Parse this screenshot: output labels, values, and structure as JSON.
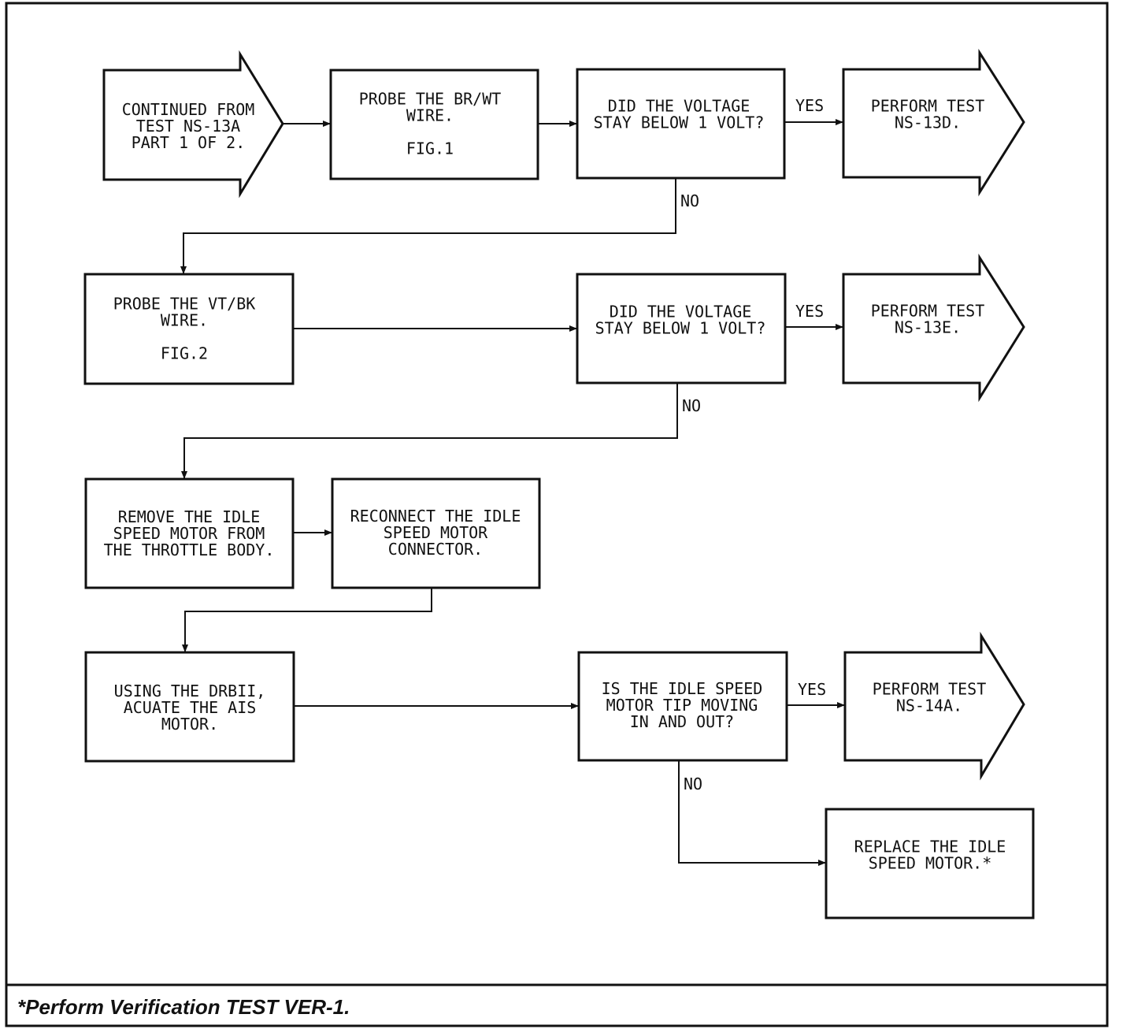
{
  "flowchart": {
    "nodes": {
      "continued": [
        "CONTINUED FROM",
        "TEST NS-13A",
        "PART 1 OF 2."
      ],
      "probe_brwt": [
        "PROBE THE BR/WT",
        "WIRE.",
        "",
        "FIG.1"
      ],
      "q_voltage_1": [
        "DID THE VOLTAGE",
        "STAY BELOW 1 VOLT?"
      ],
      "perform_13d": [
        "PERFORM TEST",
        "NS-13D."
      ],
      "probe_vtbk": [
        "PROBE THE VT/BK",
        "WIRE.",
        "",
        "FIG.2"
      ],
      "q_voltage_2": [
        "DID THE VOLTAGE",
        "STAY BELOW 1 VOLT?"
      ],
      "perform_13e": [
        "PERFORM TEST",
        "NS-13E."
      ],
      "remove_motor": [
        "REMOVE THE IDLE",
        "SPEED MOTOR FROM",
        "THE THROTTLE BODY."
      ],
      "reconnect": [
        "RECONNECT THE IDLE",
        "SPEED MOTOR",
        "CONNECTOR."
      ],
      "using_drbii": [
        "USING THE DRBII,",
        "ACUATE THE AIS",
        "MOTOR."
      ],
      "q_tip": [
        "IS THE IDLE SPEED",
        "MOTOR TIP MOVING",
        "IN AND OUT?"
      ],
      "perform_14a": [
        "PERFORM TEST",
        "NS-14A."
      ],
      "replace": [
        "REPLACE THE IDLE",
        "SPEED MOTOR.*"
      ]
    },
    "edge_labels": {
      "yes_1": "YES",
      "no_1": "NO",
      "yes_2": "YES",
      "no_2": "NO",
      "yes_3": "YES",
      "no_3": "NO"
    },
    "footer": "*Perform Verification TEST VER-1."
  }
}
